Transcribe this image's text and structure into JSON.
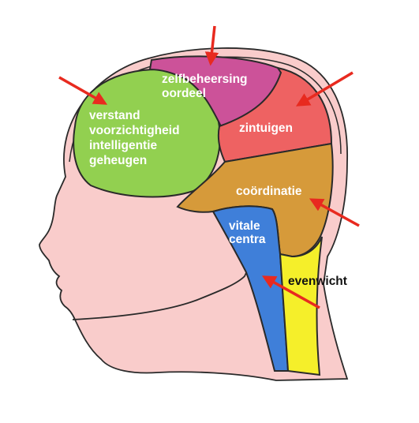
{
  "regions": {
    "cerebrum": {
      "lines": [
        "verstand",
        "voorzichtigheid",
        "intelligentie",
        "geheugen"
      ],
      "fill": "#92d050",
      "label_color": "#ffffff"
    },
    "top": {
      "lines": [
        "zelfbeheersing",
        "oordeel"
      ],
      "fill": "#cc5299",
      "label_color": "#ffffff"
    },
    "senses": {
      "lines": [
        "zintuigen"
      ],
      "fill": "#ee6262",
      "label_color": "#ffffff"
    },
    "coordination": {
      "lines": [
        "coördinatie"
      ],
      "fill": "#d69a3a",
      "label_color": "#ffffff"
    },
    "vital": {
      "lines": [
        "vitale",
        "centra"
      ],
      "fill": "#3f7fd9",
      "label_color": "#ffffff"
    },
    "balance": {
      "lines": [
        "evenwicht"
      ],
      "fill": "#f5ef2a",
      "label_color": "#111111"
    }
  },
  "colors": {
    "skin": "#f9cccb",
    "outline": "#2a2a2a",
    "arrow": "#e82a1f"
  }
}
